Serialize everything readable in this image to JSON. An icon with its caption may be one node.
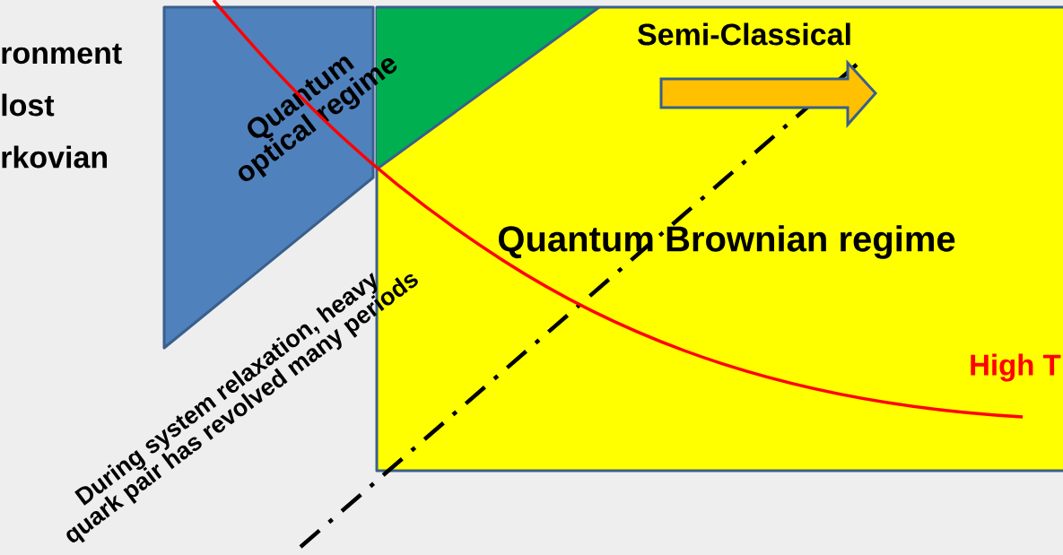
{
  "diagram": {
    "nodes": [
      {
        "text": [
          "Quantum optical regime"
        ]
      },
      {
        "text": [],
        "shape": "triangle",
        "in": 2
      },
      {
        "text": [
          "Quantum Brownian regime"
        ]
      }
    ],
    "labels": [
      "ronment",
      "lost",
      "rkovian",
      "Semi-Classical",
      "During system relaxation, heavy quark pair has revolved many periods",
      "High T"
    ]
  }
}
